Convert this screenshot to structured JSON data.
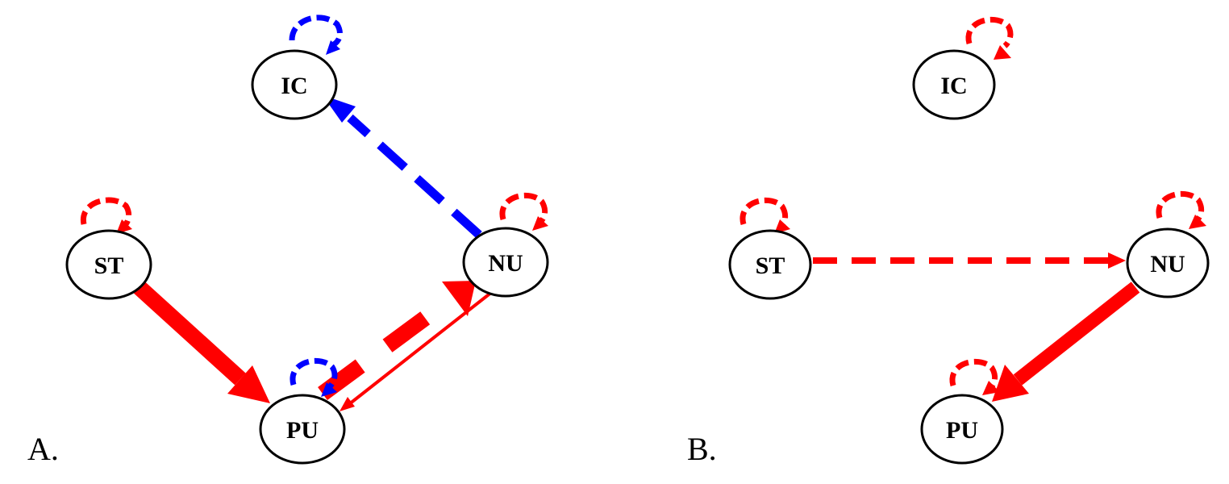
{
  "colors": {
    "excitatory": "#ff0000",
    "inhibitory": "#0000ff",
    "node_stroke": "#000000"
  },
  "panel_a": {
    "label": "A.",
    "nodes": {
      "ic": "IC",
      "st": "ST",
      "nu": "NU",
      "pu": "PU"
    },
    "edges": [
      {
        "from": "ST",
        "to": "PU",
        "color": "red",
        "style": "solid",
        "weight": "heavy"
      },
      {
        "from": "NU",
        "to": "IC",
        "color": "blue",
        "style": "dashed",
        "weight": "medium"
      },
      {
        "from": "PU",
        "to": "NU",
        "color": "red",
        "style": "dashed",
        "weight": "heavy"
      },
      {
        "from": "NU",
        "to": "PU",
        "color": "red",
        "style": "solid",
        "weight": "thin"
      }
    ],
    "self_loops": [
      {
        "node": "IC",
        "color": "blue"
      },
      {
        "node": "ST",
        "color": "red"
      },
      {
        "node": "NU",
        "color": "red"
      },
      {
        "node": "PU",
        "color": "blue"
      }
    ]
  },
  "panel_b": {
    "label": "B.",
    "nodes": {
      "ic": "IC",
      "st": "ST",
      "nu": "NU",
      "pu": "PU"
    },
    "edges": [
      {
        "from": "ST",
        "to": "NU",
        "color": "red",
        "style": "dashed",
        "weight": "medium"
      },
      {
        "from": "NU",
        "to": "PU",
        "color": "red",
        "style": "solid",
        "weight": "heavy"
      }
    ],
    "self_loops": [
      {
        "node": "IC",
        "color": "red"
      },
      {
        "node": "ST",
        "color": "red"
      },
      {
        "node": "NU",
        "color": "red"
      },
      {
        "node": "PU",
        "color": "red"
      }
    ]
  }
}
